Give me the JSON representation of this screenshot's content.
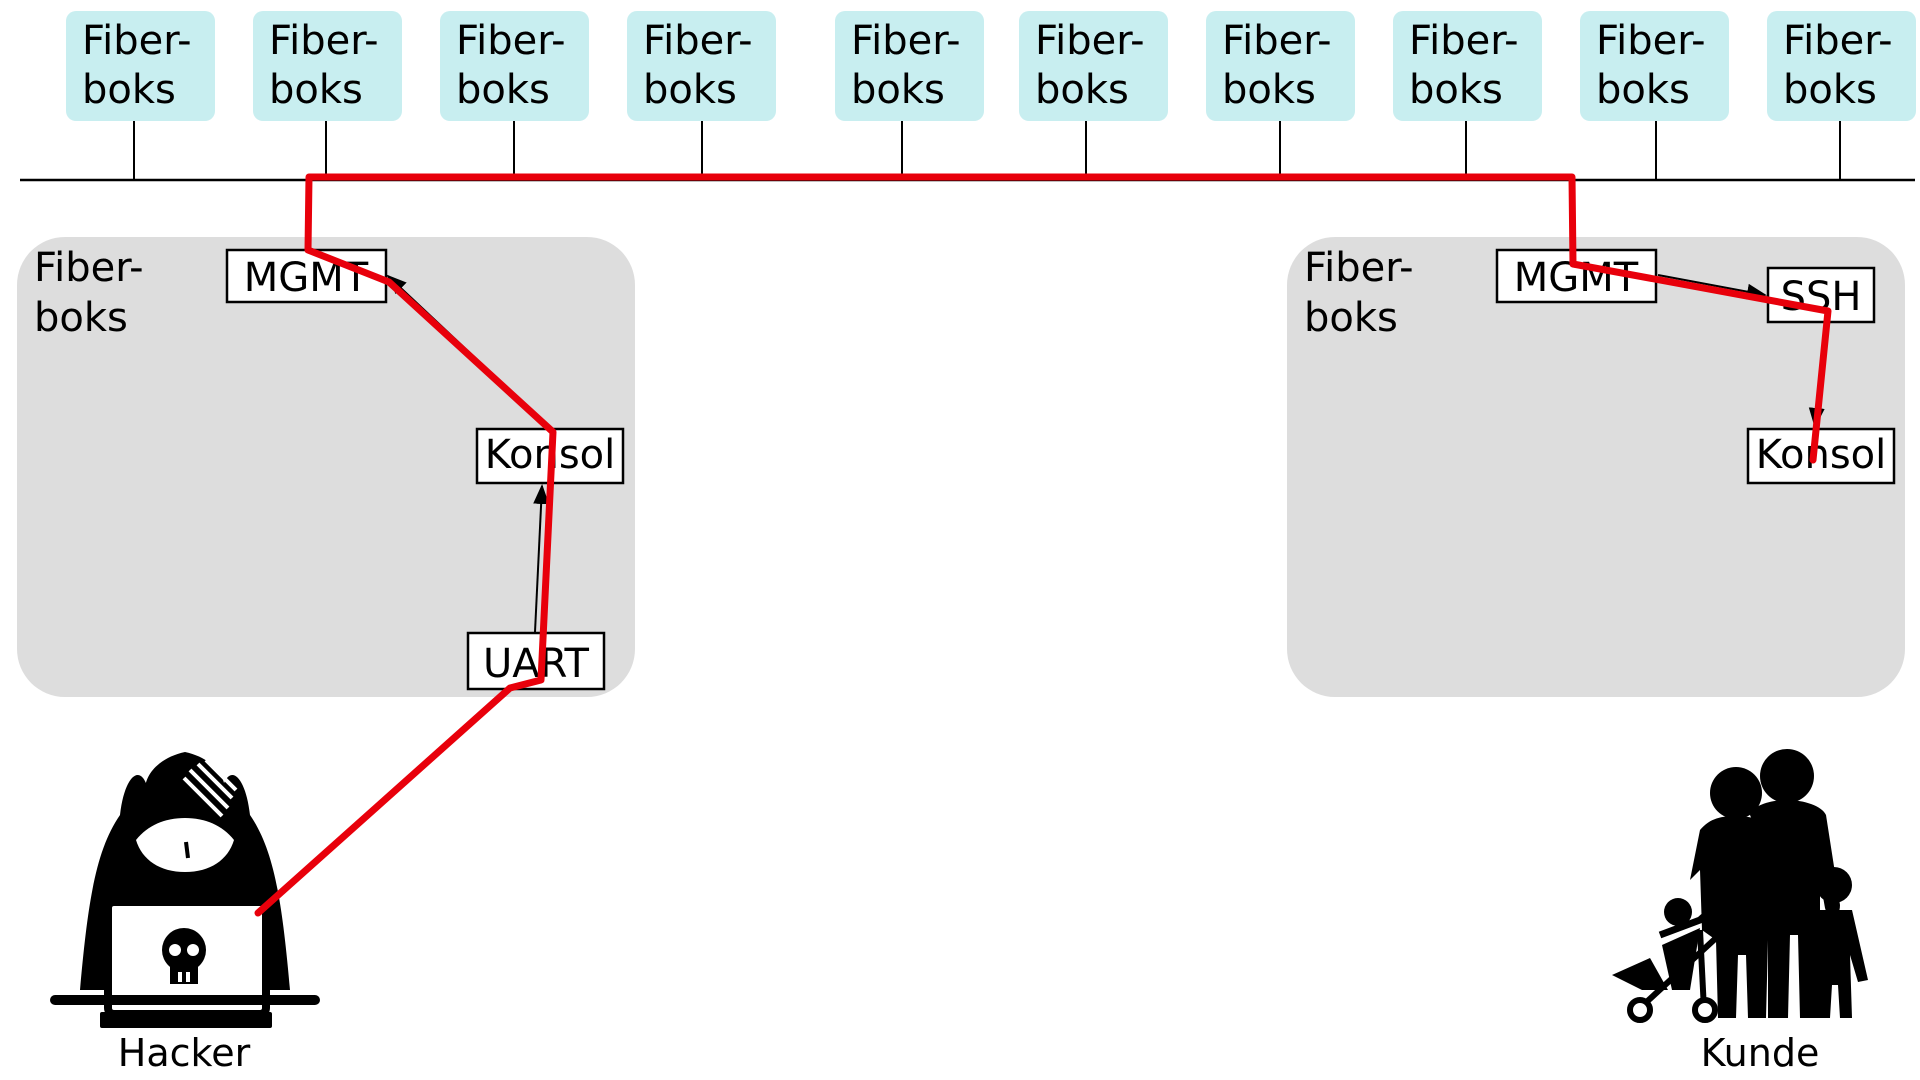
{
  "top_boxes": [
    {
      "line1": "Fiber-",
      "line2": "boks"
    },
    {
      "line1": "Fiber-",
      "line2": "boks"
    },
    {
      "line1": "Fiber-",
      "line2": "boks"
    },
    {
      "line1": "Fiber-",
      "line2": "boks"
    },
    {
      "line1": "Fiber-",
      "line2": "boks"
    },
    {
      "line1": "Fiber-",
      "line2": "boks"
    },
    {
      "line1": "Fiber-",
      "line2": "boks"
    },
    {
      "line1": "Fiber-",
      "line2": "boks"
    },
    {
      "line1": "Fiber-",
      "line2": "boks"
    },
    {
      "line1": "Fiber-",
      "line2": "boks"
    }
  ],
  "left_box": {
    "line1": "Fiber-",
    "line2": "boks",
    "mgmt": "MGMT",
    "konsol": "Konsol",
    "uart": "UART"
  },
  "right_box": {
    "line1": "Fiber-",
    "line2": "boks",
    "mgmt": "MGMT",
    "ssh": "SSH",
    "konsol": "Konsol"
  },
  "hacker_label": "Hacker",
  "customer_label": "Kunde",
  "colors": {
    "top_box_fill": "#c8eef0",
    "panel_fill": "#dddddd",
    "attack_path": "#e8000b"
  }
}
